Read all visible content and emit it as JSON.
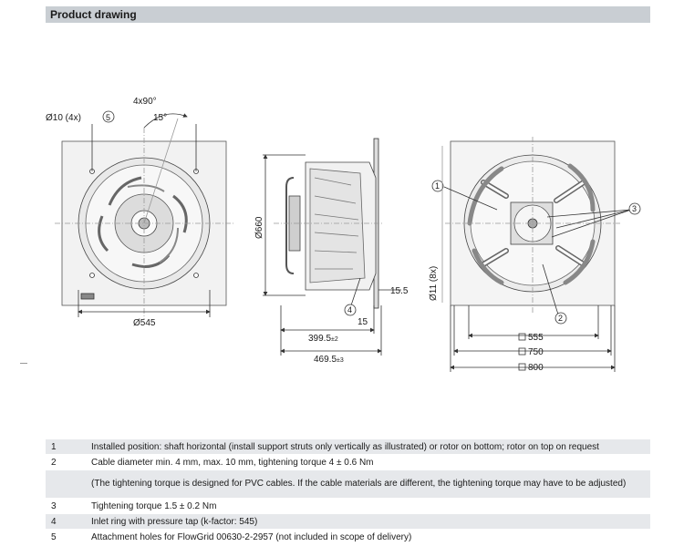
{
  "header": {
    "title": "Product drawing"
  },
  "drawing": {
    "front": {
      "angle_total": "4x90°",
      "hole_label": "Ø10 (4x)",
      "callout": "5",
      "angle": "15°",
      "diameter": "Ø545"
    },
    "side": {
      "height": "Ø660",
      "flange": "15.5",
      "callout": "4",
      "thickness": "15",
      "depth1": "399.5",
      "depth1_tol": "±2",
      "depth2": "469.5",
      "depth2_tol": "±3"
    },
    "rear": {
      "callout1": "1",
      "callout3": "3",
      "callout2": "2",
      "hole_label": "Ø11 (8x)",
      "dim1": "555",
      "dim2": "750",
      "dim3": "800"
    }
  },
  "notes": [
    {
      "num": "1",
      "text": "Installed position: shaft horizontal (install support struts only vertically as illustrated) or rotor on bottom; rotor on top on request"
    },
    {
      "num": "2",
      "text": "Cable diameter min. 4 mm, max. 10 mm, tightening torque 4 ± 0.6 Nm"
    },
    {
      "num": "",
      "text": "(The tightening torque is designed for PVC cables. If the cable materials are different, the tightening torque may have to be adjusted)"
    },
    {
      "num": "3",
      "text": "Tightening torque 1.5 ± 0.2 Nm"
    },
    {
      "num": "4",
      "text": "Inlet ring with pressure tap (k-factor: 545)"
    },
    {
      "num": "5",
      "text": "Attachment holes for FlowGrid 00630-2-2957 (not included in scope of delivery)"
    }
  ]
}
